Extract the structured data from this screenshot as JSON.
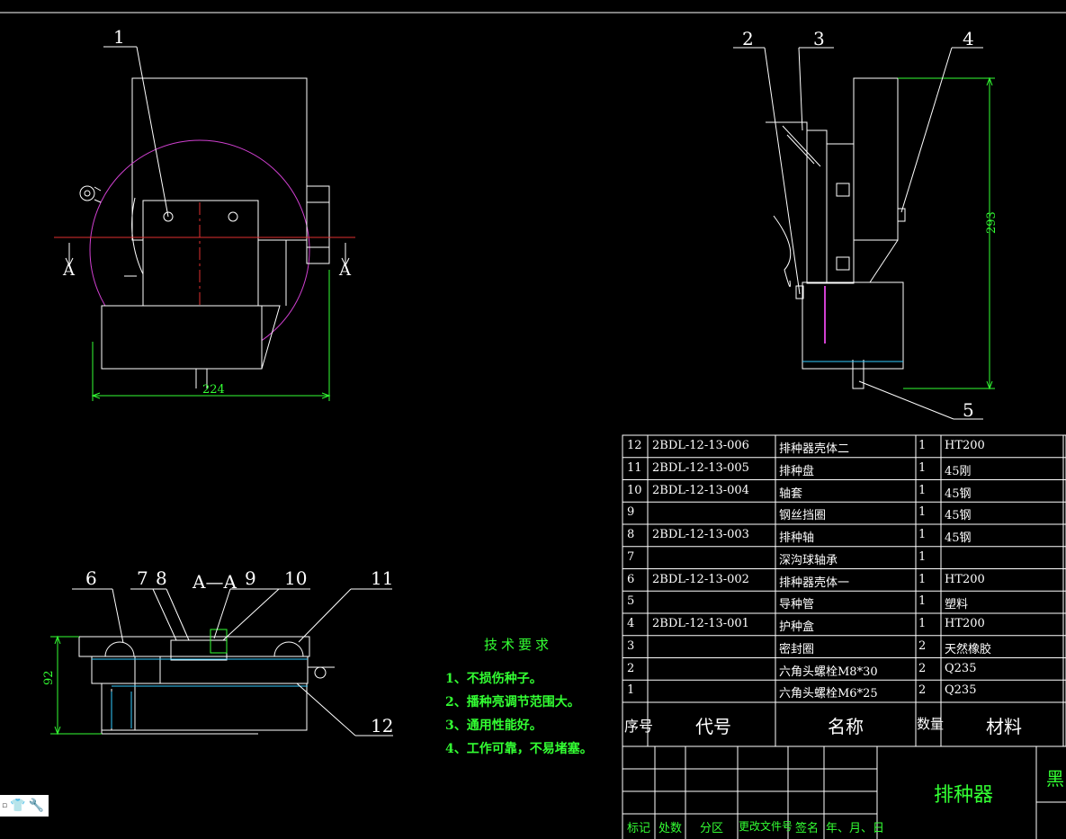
{
  "callouts": [
    "1",
    "2",
    "3",
    "4",
    "5",
    "6",
    "7",
    "8",
    "9",
    "10",
    "11",
    "12"
  ],
  "section": {
    "label": "A—A",
    "marker": "A"
  },
  "dims": {
    "width_front": "224",
    "height_side": "293",
    "height_section": "92"
  },
  "notes": {
    "title": "技术要求",
    "items": [
      "1、不损伤种子。",
      "2、播种亮调节范围大。",
      "3、通用性能好。",
      "4、工作可靠，不易堵塞。"
    ]
  },
  "bom": {
    "rows": [
      {
        "no": "12",
        "code": "2BDL-12-13-006",
        "name": "排种器壳体二",
        "qty": "1",
        "mat": "HT200"
      },
      {
        "no": "11",
        "code": "2BDL-12-13-005",
        "name": "排种盘",
        "qty": "1",
        "mat": "45刚"
      },
      {
        "no": "10",
        "code": "2BDL-12-13-004",
        "name": "轴套",
        "qty": "1",
        "mat": "45钢"
      },
      {
        "no": "9",
        "code": "",
        "name": "钢丝挡圈",
        "qty": "1",
        "mat": "45钢"
      },
      {
        "no": "8",
        "code": "2BDL-12-13-003",
        "name": "排种轴",
        "qty": "1",
        "mat": "45钢"
      },
      {
        "no": "7",
        "code": "",
        "name": "深沟球轴承",
        "qty": "1",
        "mat": ""
      },
      {
        "no": "6",
        "code": "2BDL-12-13-002",
        "name": "排种器壳体一",
        "qty": "1",
        "mat": "HT200"
      },
      {
        "no": "5",
        "code": "",
        "name": "导种管",
        "qty": "1",
        "mat": "塑料"
      },
      {
        "no": "4",
        "code": "2BDL-12-13-001",
        "name": "护种盒",
        "qty": "1",
        "mat": "HT200"
      },
      {
        "no": "3",
        "code": "",
        "name": "密封圈",
        "qty": "2",
        "mat": "天然橡胶"
      },
      {
        "no": "2",
        "code": "",
        "name": "六角头螺栓M8*30",
        "qty": "2",
        "mat": "Q235"
      },
      {
        "no": "1",
        "code": "",
        "name": "六角头螺栓M6*25",
        "qty": "2",
        "mat": "Q235"
      }
    ],
    "header": {
      "no": "序号",
      "code": "代号",
      "name": "名称",
      "qty": "数量",
      "mat": "材料"
    }
  },
  "title_block": {
    "drawing_name": "排种器",
    "org_partial": "黑",
    "labels": [
      "标记",
      "处数",
      "分区",
      "更改文件号",
      "签名",
      "年、月、日"
    ]
  },
  "toolbar": {
    "icons": [
      "doc-icon",
      "shirt-icon",
      "wrench-icon"
    ]
  }
}
